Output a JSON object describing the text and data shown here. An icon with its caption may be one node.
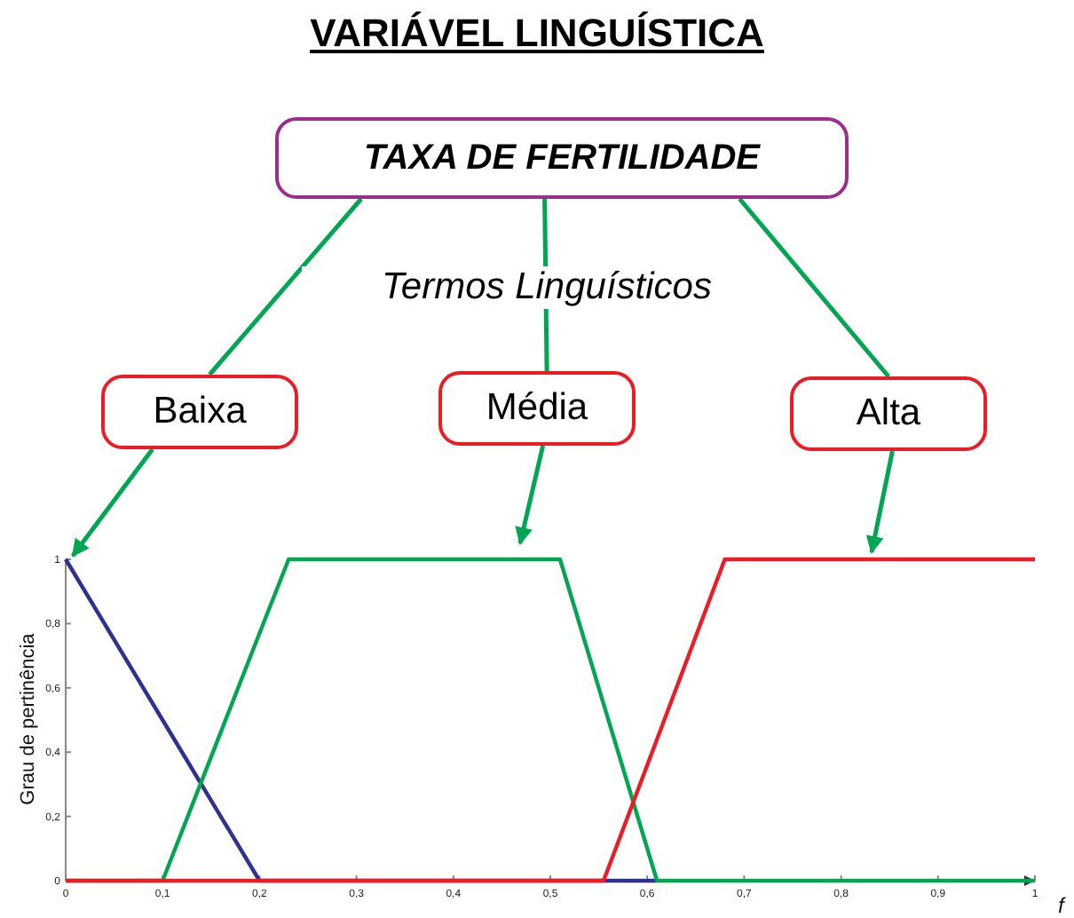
{
  "diagram": {
    "title": "VARIÁVEL LINGUÍSTICA",
    "nodes": [
      {
        "text": [
          "TAXA DE FERTILIDADE"
        ]
      },
      {
        "text": [
          "Baixa"
        ]
      },
      {
        "text": [
          "Média"
        ]
      },
      {
        "text": [
          "Alta"
        ]
      }
    ],
    "edges": [
      {
        "from": 0,
        "to": 1,
        "arrow": "none"
      },
      {
        "from": 0,
        "to": 2,
        "arrow": "none"
      },
      {
        "from": 0,
        "to": 3,
        "arrow": "none"
      },
      {
        "from": 1,
        "to": null,
        "arrow": "to"
      },
      {
        "from": 2,
        "to": null,
        "arrow": "to"
      },
      {
        "from": 3,
        "to": null,
        "arrow": "to"
      }
    ],
    "labels": [
      "Termos Linguísticos"
    ],
    "chart_data": {
      "type": "line",
      "xlabel": "f",
      "ylabel": "Grau de pertinência",
      "x": [
        0,
        0.1,
        0.2,
        0.23,
        0.51,
        0.555,
        0.61,
        0.68,
        1
      ],
      "series": [
        {
          "color": "#2e3192",
          "values": [
            1,
            0.5,
            0,
            0,
            0,
            0,
            0,
            null,
            null
          ]
        },
        {
          "color": "#00a651",
          "values": [
            0,
            0,
            0.77,
            1,
            1,
            0.55,
            0,
            0,
            0
          ]
        },
        {
          "color": "#ed1c24",
          "values": [
            0,
            0,
            0,
            0,
            0,
            0,
            0.44,
            1,
            1
          ]
        }
      ],
      "xlim": [
        0,
        1
      ],
      "ylim": [
        0,
        1
      ],
      "xticks": [
        {
          "value": 0,
          "label": "0"
        },
        {
          "value": 0.1,
          "label": "0,1"
        },
        {
          "value": 0.2,
          "label": "0,2"
        },
        {
          "value": 0.3,
          "label": "0,3"
        },
        {
          "value": 0.4,
          "label": "0,4"
        },
        {
          "value": 0.5,
          "label": "0,5"
        },
        {
          "value": 0.6,
          "label": "0,6"
        },
        {
          "value": 0.7,
          "label": "0,7"
        },
        {
          "value": 0.8,
          "label": "0,8"
        },
        {
          "value": 0.9,
          "label": "0,9"
        },
        {
          "value": 1,
          "label": "1"
        }
      ],
      "yticks": [
        {
          "value": 0,
          "label": "0"
        },
        {
          "value": 0.2,
          "label": "0,2"
        },
        {
          "value": 0.4,
          "label": "0,4"
        },
        {
          "value": 0.6,
          "label": "0,6"
        },
        {
          "value": 0.8,
          "label": "0,8"
        },
        {
          "value": 1,
          "label": "1"
        }
      ]
    }
  }
}
